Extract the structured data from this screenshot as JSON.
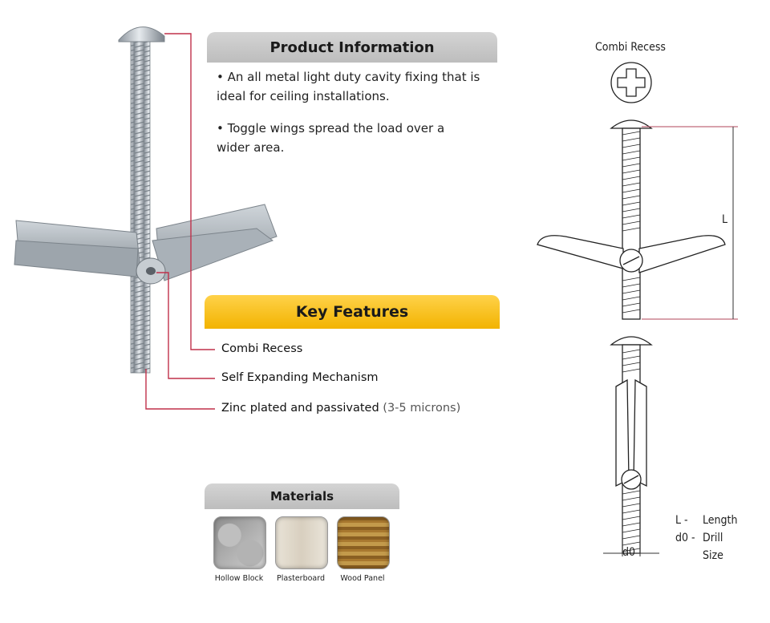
{
  "product_info": {
    "title": "Product Information",
    "bullets": [
      "• An all metal light duty cavity fixing that is ideal for ceiling installations.",
      "• Toggle wings spread the load over a wider area."
    ]
  },
  "key_features": {
    "title": "Key Features",
    "items": [
      {
        "text": "Combi Recess",
        "sub": ""
      },
      {
        "text": "Self Expanding Mechanism",
        "sub": ""
      },
      {
        "text": "Zinc plated and passivated",
        "sub": "(3-5 microns)"
      }
    ]
  },
  "materials": {
    "title": "Materials",
    "items": [
      {
        "label": "Hollow Block"
      },
      {
        "label": "Plasterboard"
      },
      {
        "label": "Wood Panel"
      }
    ]
  },
  "diagram": {
    "recess_label": "Combi Recess",
    "length_marker": "L",
    "drill_marker": "d0",
    "legend": {
      "length_key": "L -",
      "length_value": "Length",
      "drill_key": "d0 -",
      "drill_value_1": "Drill",
      "drill_value_2": "Size"
    }
  },
  "colors": {
    "leader_line": "#c0304a",
    "banner_grey": "#c8c8c8",
    "banner_yellow": "#f5bb10",
    "metal": "#b8bfc6"
  }
}
